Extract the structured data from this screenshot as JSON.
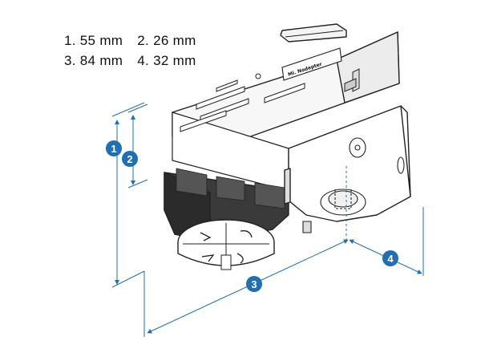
{
  "dimensions": [
    {
      "id": "1",
      "text": "1. 55 mm"
    },
    {
      "id": "2",
      "text": "2. 26 mm"
    },
    {
      "id": "3",
      "text": "3. 84 mm"
    },
    {
      "id": "4",
      "text": "4. 32 mm"
    }
  ],
  "badges": [
    "1",
    "2",
    "3",
    "4"
  ],
  "product_label": "Mi. Nodepter",
  "colors": {
    "dimension": "#1f6fb2",
    "badge": "#1f6fb2",
    "outline": "#222222",
    "shade": "#d9d9d9"
  }
}
